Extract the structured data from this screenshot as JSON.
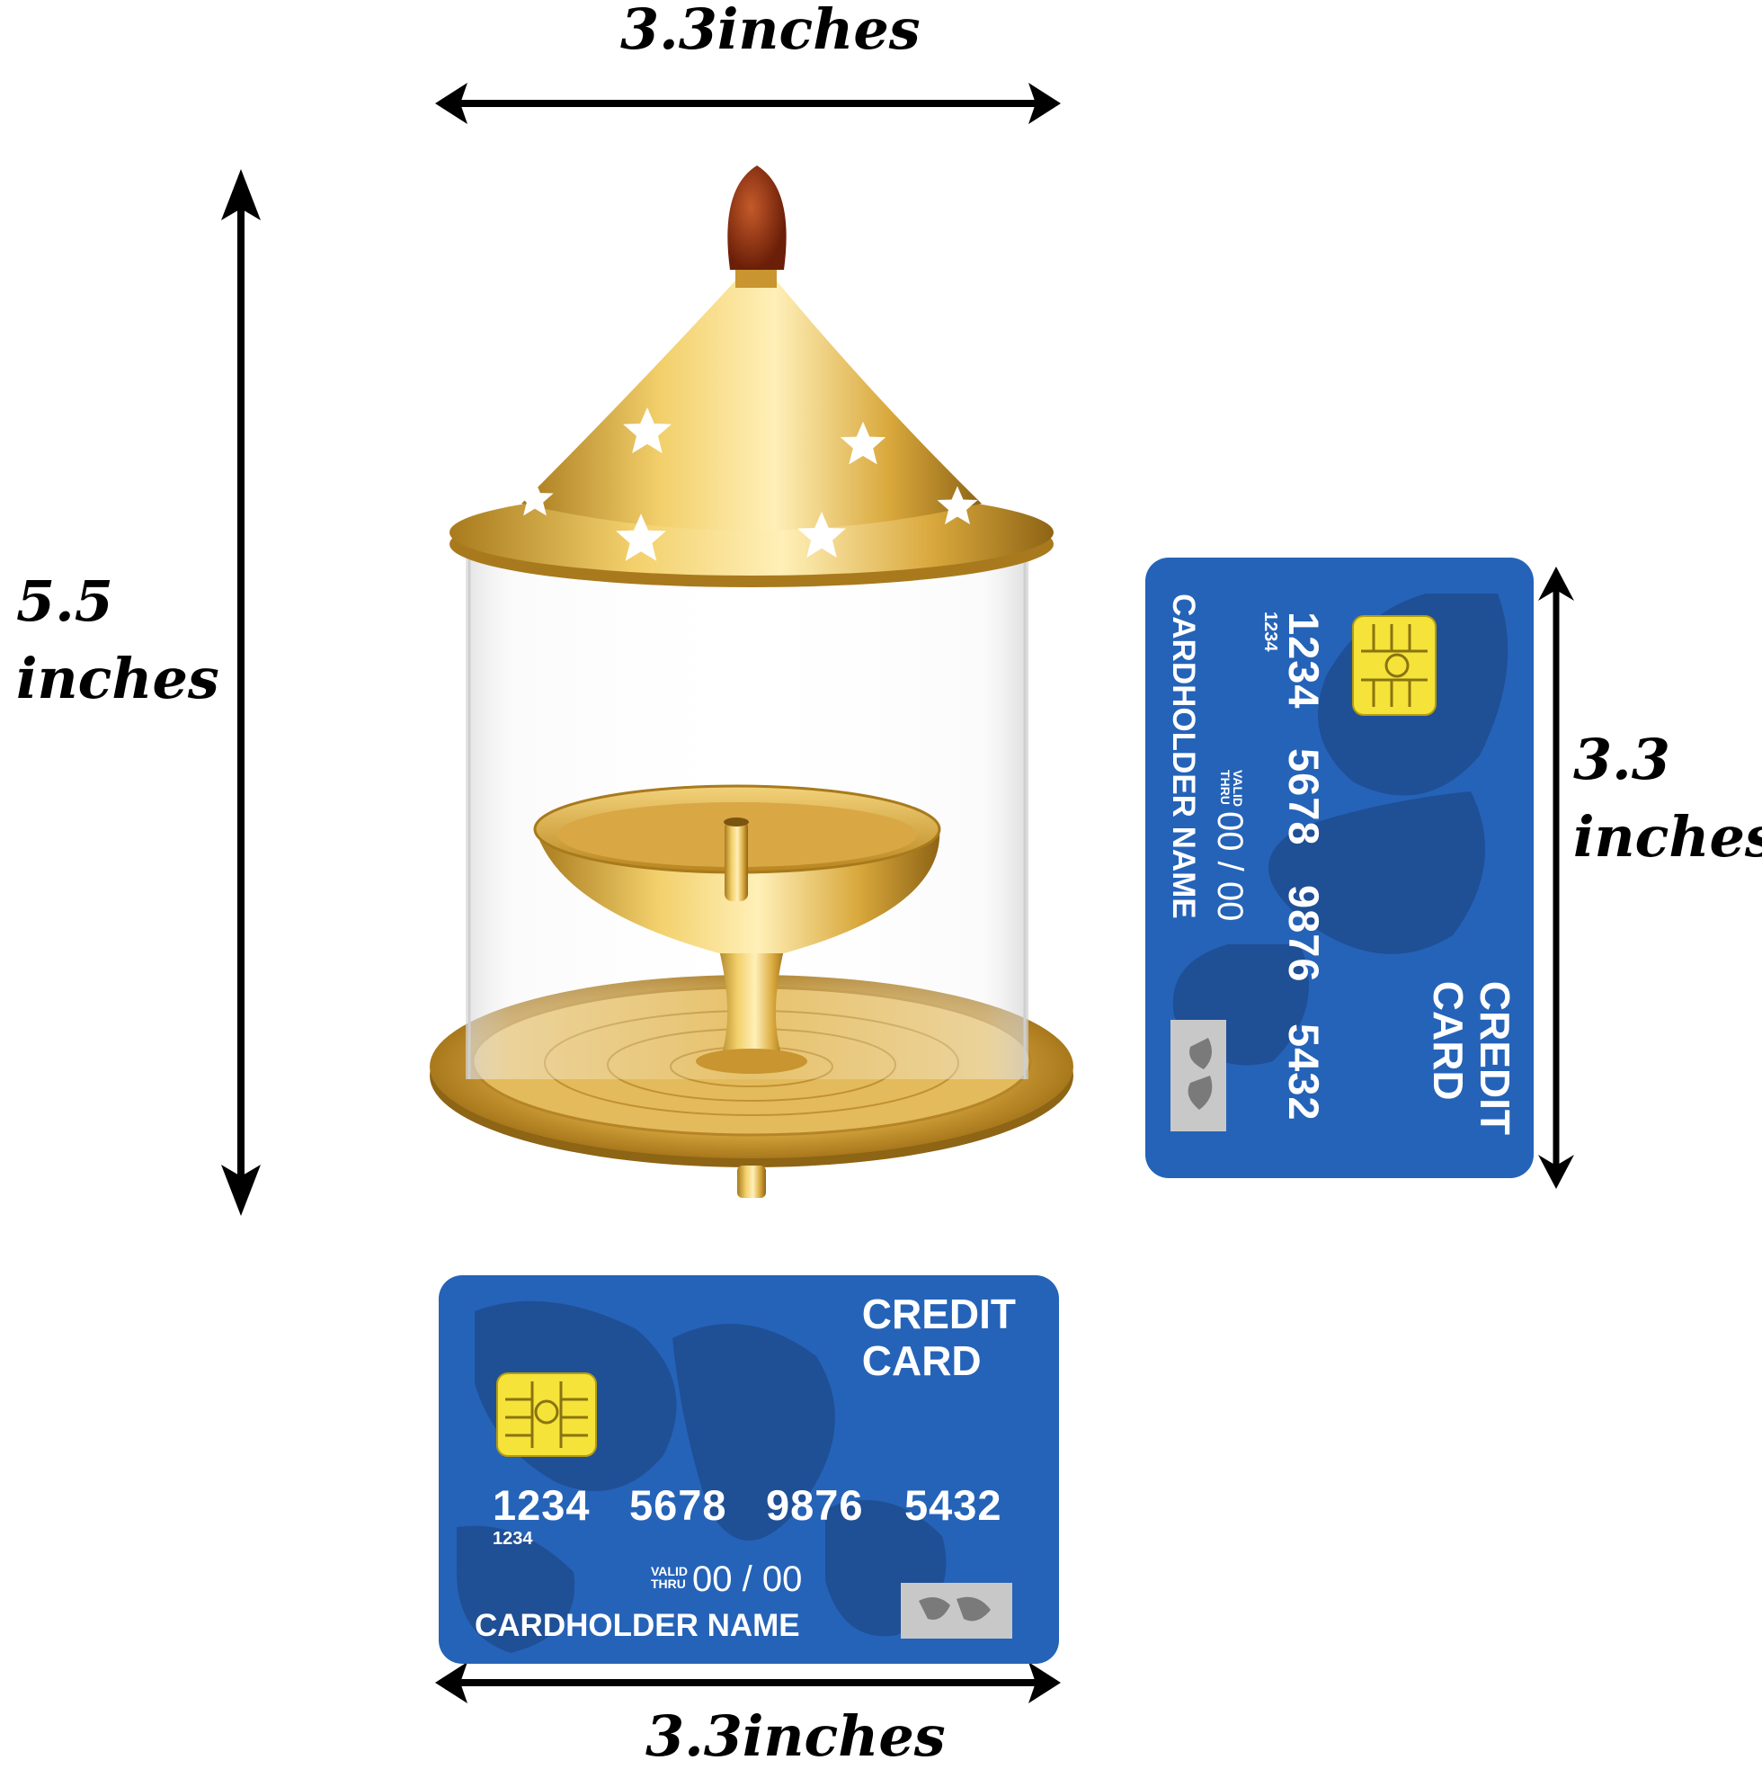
{
  "dimensions": {
    "top_width": "3.3inches",
    "height_value": "5.5",
    "height_unit": "inches",
    "card_height_value": "3.3",
    "card_height_unit": "inches",
    "bottom_width": "3.3inches"
  },
  "card": {
    "title_line1": "CREDIT",
    "title_line2": "CARD",
    "numbers": [
      "1234",
      "5678",
      "9876",
      "5432"
    ],
    "small_number": "1234",
    "valid_line1": "VALID",
    "valid_line2": "THRU",
    "expiry": "00 / 00",
    "holder": "CARDHOLDER NAME"
  },
  "colors": {
    "card_blue": "#2563b8",
    "brass": "#d4a437",
    "arrow": "#000000"
  }
}
